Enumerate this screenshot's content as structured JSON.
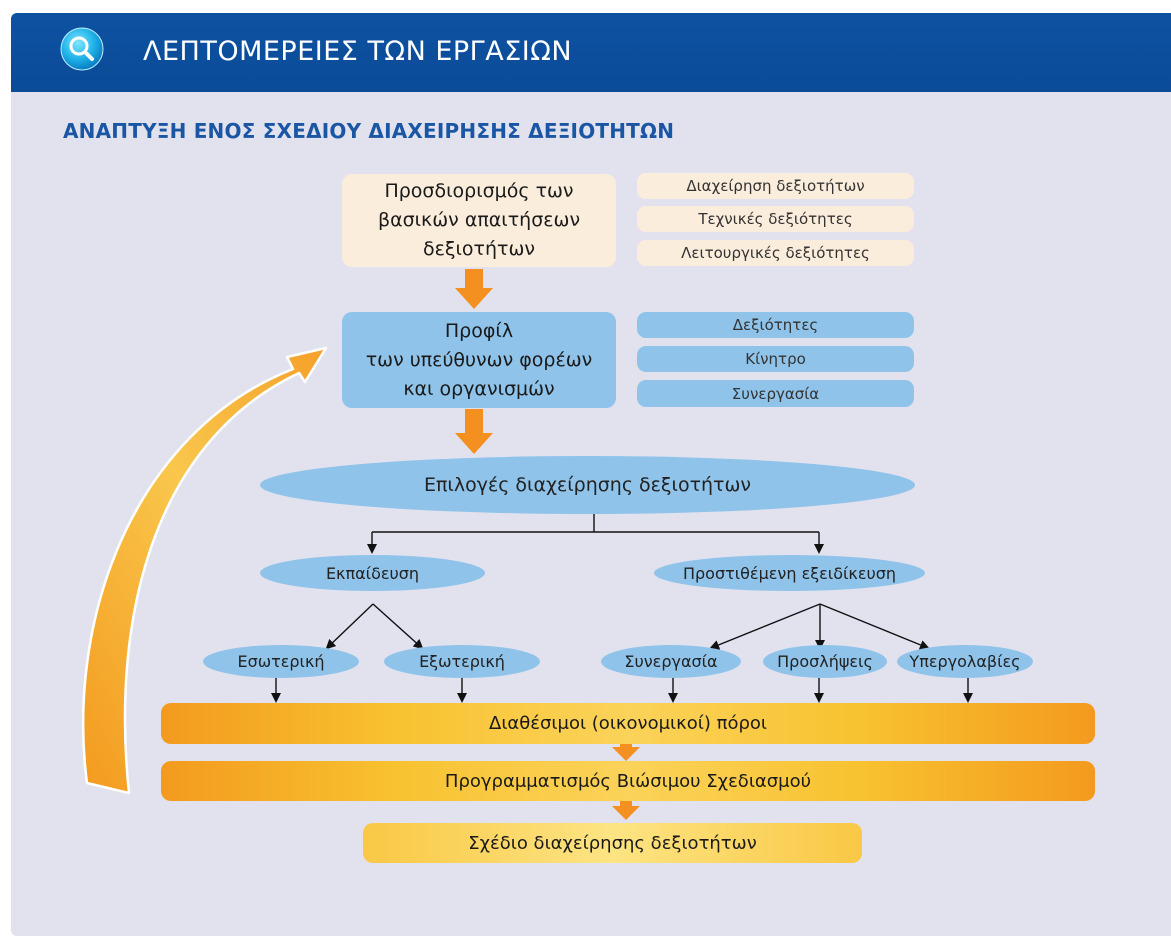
{
  "header": {
    "title": "ΛΕΠΤΟΜΕΡΕΙΕΣ ΤΩΝ ΕΡΓΑΣΙΩΝ",
    "icon": "search-icon",
    "background": "#0d52a2"
  },
  "subtitle": "ΑΝΑΠΤΥΞΗ ΕΝΟΣ ΣΧΕΔΙΟΥ ΔΙΑΧΕΙΡΗΣΗΣ ΔΕΞΙΟΤΗΤΩΝ",
  "diagram": {
    "step1": {
      "label_lines": [
        "Προσδιορισμός των",
        "βασικών απαιτήσεων",
        "δεξιοτήτων"
      ],
      "tags": [
        "Διαχείρηση δεξιοτήτων",
        "Τεχνικές δεξιότητες",
        "Λειτουργικές δεξιότητες"
      ]
    },
    "step2": {
      "label_lines": [
        "Προφίλ",
        "των υπεύθυνων φορέων",
        "και οργανισμών"
      ],
      "tags": [
        "Δεξιότητες",
        "Κίνητρο",
        "Συνεργασία"
      ]
    },
    "options": "Επιλογές διαχείρησης δεξιοτήτων",
    "branch_left": {
      "label": "Εκπαίδευση",
      "children": [
        "Εσωτερική",
        "Εξωτερική"
      ]
    },
    "branch_right": {
      "label": "Προστιθέμενη εξειδίκευση",
      "children": [
        "Συνεργασία",
        "Προσλήψεις",
        "Υπεργολαβίες"
      ]
    },
    "resources": "Διαθέσιμοι (οικονομικοί) πόροι",
    "planning": "Προγραμματισμός Βιώσιμου Σχεδιασμού",
    "plan": "Σχέδιο διαχείρησης δεξιοτήτων"
  },
  "colors": {
    "panel": "#e2e2ef",
    "peach": "#fbeddc",
    "blue": "#8fc3ea",
    "orange": "#f5901e",
    "subtitle": "#1a56a4"
  }
}
